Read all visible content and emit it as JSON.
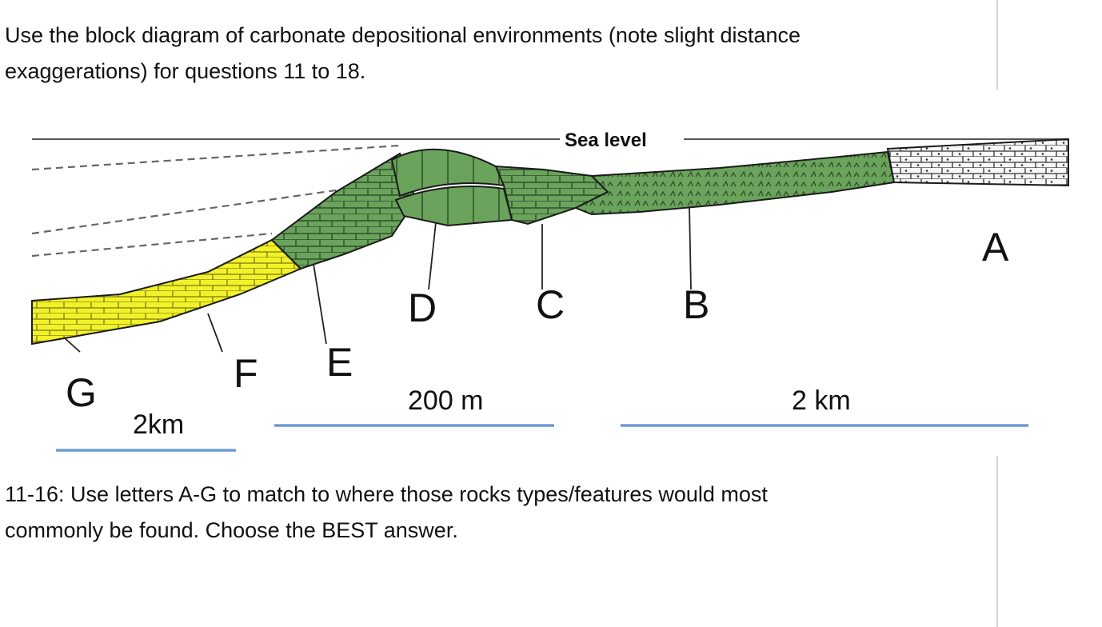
{
  "intro": {
    "line1": "Use the block diagram of carbonate depositional environments (note slight distance",
    "line2": "exaggerations) for questions 11 to 18."
  },
  "diagram": {
    "sea_level_label": "Sea level",
    "letters": {
      "A": "A",
      "B": "B",
      "C": "C",
      "D": "D",
      "E": "E",
      "F": "F",
      "G": "G"
    },
    "scale_bars": [
      {
        "label": "2km"
      },
      {
        "label": "200 m"
      },
      {
        "label": "2 km"
      }
    ],
    "colors": {
      "reef_green": "#6aa35c",
      "slope_yellow": "#f2f22a",
      "platform_white": "#f7f7f7",
      "scale_blue": "#6b9bd2",
      "outline": "#1b1b1b"
    }
  },
  "question": {
    "line1": "11-16: Use letters A-G to match to where those rocks types/features would most",
    "line2": "commonly be found. Choose the BEST answer."
  }
}
